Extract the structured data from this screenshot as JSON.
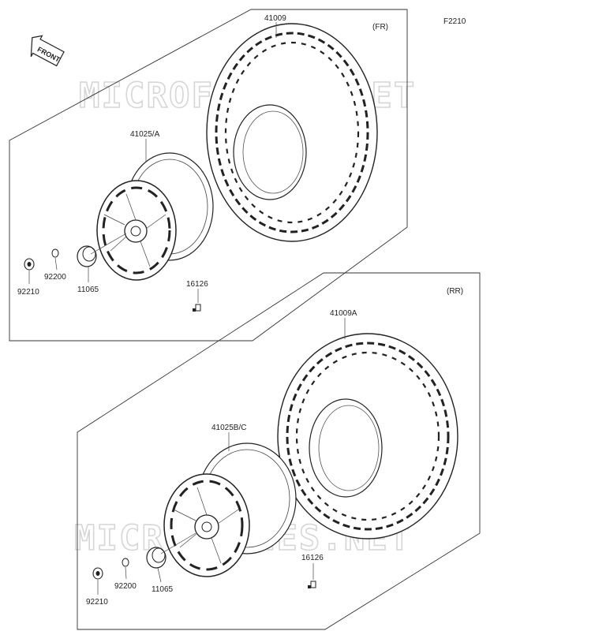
{
  "diagram_code": "F2210",
  "front_arrow_label": "FRONT",
  "watermark": "MICROFICHES.NET",
  "front_group": {
    "position_label": "(FR)",
    "tire_part": "41009",
    "wheel_part": "41025/A",
    "washer_part": "92200",
    "nut_part": "92210",
    "cap_part": "11065",
    "valve_part": "16126"
  },
  "rear_group": {
    "position_label": "(RR)",
    "tire_part": "41009A",
    "wheel_part": "41025B/C",
    "washer_part": "92200",
    "nut_part": "92210",
    "cap_part": "11065",
    "valve_part": "16126"
  }
}
